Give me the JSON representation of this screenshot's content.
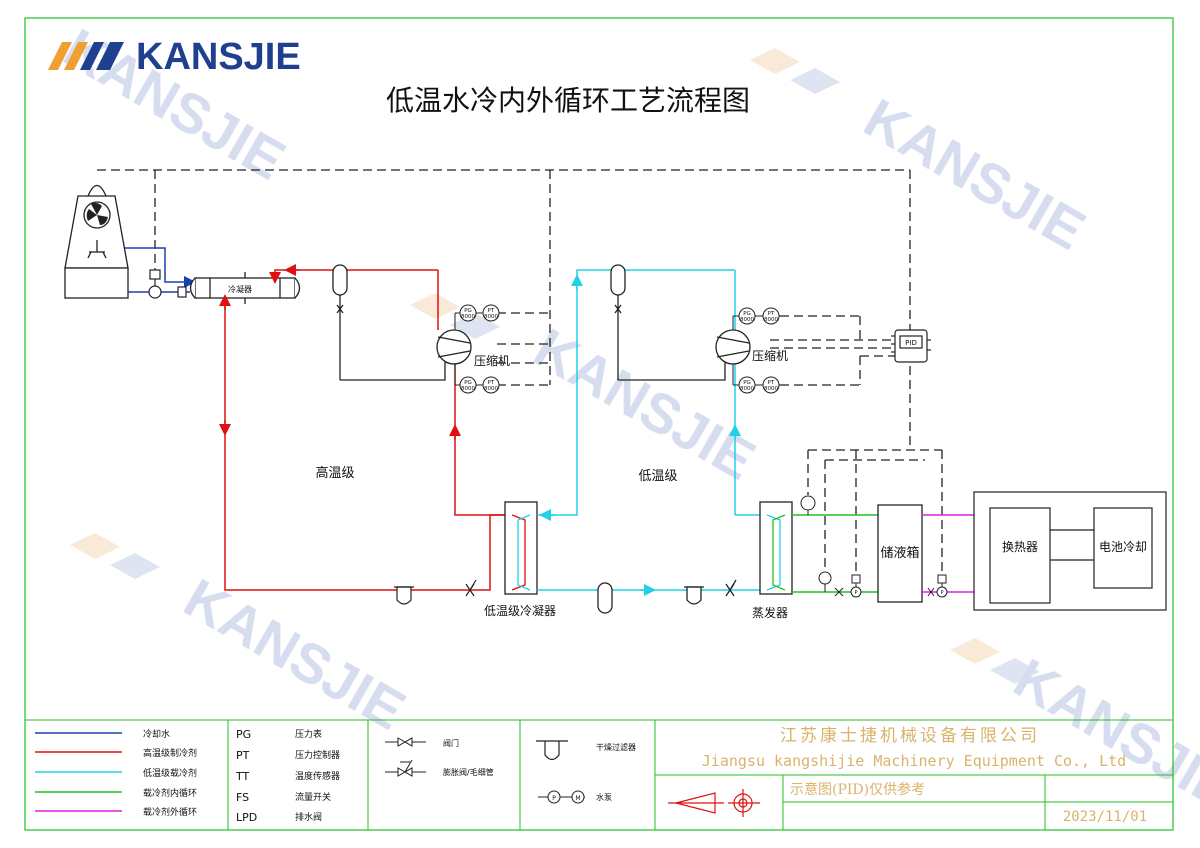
{
  "brand": {
    "logo_text": "KANSJIE",
    "watermark_text": "KANSJIE",
    "colors": {
      "navy": "#1f3f8f",
      "orange": "#f0a030",
      "watermark": "#c8d2ea",
      "watermark_orange": "#f6dcc0"
    }
  },
  "title": "低温水冷内外循环工艺流程图",
  "stages": {
    "high": "高温级",
    "low": "低温级"
  },
  "components": {
    "condenser": "冷凝器",
    "compressor_high": "压缩机",
    "compressor_low": "压缩机",
    "cascade_condenser": "低温级冷凝器",
    "evaporator": "蒸发器",
    "tank": "储液箱",
    "heat_exchanger": "换热器",
    "battery_cooling": "电池冷却",
    "pid": "PID"
  },
  "instrument_tags": {
    "pg": "PG",
    "pt": "PT",
    "pg_range": "8000",
    "pt_range": "8000",
    "p": "P"
  },
  "line_colors": {
    "cooling_water": "#1b3fb0",
    "high_refrigerant": "#e01010",
    "low_refrigerant": "#22d0e8",
    "inner_loop": "#22c022",
    "outer_loop": "#e020e0",
    "signal": "#222222"
  },
  "legend": {
    "lines": [
      {
        "label": "冷却水",
        "color": "#1b3fb0"
      },
      {
        "label": "高温级制冷剂",
        "color": "#e01010"
      },
      {
        "label": "低温级载冷剂",
        "color": "#22d0e8"
      },
      {
        "label": "载冷剂内循环",
        "color": "#22c022"
      },
      {
        "label": "载冷剂外循环",
        "color": "#e020e0"
      }
    ],
    "abbreviations": [
      {
        "code": "PG",
        "desc": "压力表"
      },
      {
        "code": "PT",
        "desc": "压力控制器"
      },
      {
        "code": "TT",
        "desc": "温度传感器"
      },
      {
        "code": "FS",
        "desc": "流量开关"
      },
      {
        "code": "LPD",
        "desc": "排水阀"
      }
    ],
    "symbols": [
      {
        "label": "阀门",
        "icon": "gate-valve-icon"
      },
      {
        "label": "膨胀阀/毛细管",
        "icon": "expansion-valve-icon"
      },
      {
        "label": "干燥过滤器",
        "icon": "dryer-filter-icon"
      },
      {
        "label": "水泵",
        "icon": "water-pump-icon"
      }
    ]
  },
  "company": {
    "name_cn": "江苏康士捷机械设备有限公司",
    "name_en": "Jiangsu kangshijie Machinery Equipment Co., Ltd",
    "note": "示意图(PID)仅供参考",
    "date": "2023/11/01"
  }
}
